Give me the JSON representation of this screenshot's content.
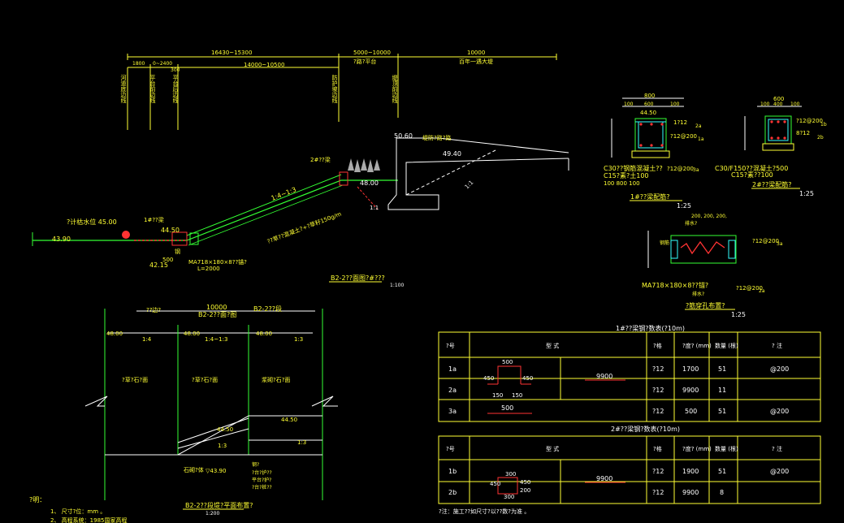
{
  "section": {
    "dim_top_left": "16430~15300",
    "dim_top_mid": "5000~10000",
    "dim_top_mid_sub": "?路?平台",
    "dim_top_right": "10000",
    "dim_top_right_sub": "百年一遇大堤",
    "dim_a": "1800",
    "dim_b": "0~2400",
    "dim_c": "300",
    "dim_d": "14000~10500",
    "vlabels": [
      "河道底边线",
      "平台前边线",
      "平台后边线",
      "防护坡边线",
      "堤顶前边线"
    ],
    "level_50_60": "50.60",
    "level_49_40": "49.40",
    "level_48_00": "48.00",
    "level_45_00": "?计枯水位 45.00",
    "level_44_50": "44.50",
    "level_43_90": "43.90",
    "level_42_15": "42.15",
    "note_ridge": "堤防?路?路",
    "slope_main": "1:4~1:3",
    "slope_small1": "1:1",
    "slope_small2": "1:1",
    "beam2": "2#??梁",
    "beam1": "1#??梁",
    "grass": "??草??混凝土?+?草籽150g/m",
    "anchor": "MA718×180×8??锚?",
    "anchor_len": "L=2000",
    "dim_500": "500",
    "dim_500b": "500",
    "grade": "钢",
    "title": "B2-2??面图?#???",
    "scale": "1:100"
  },
  "plan": {
    "dim_10000": "10000",
    "left_note": "??边?",
    "right_note": "B2-2??段",
    "mid_note": "B2-2??面?图",
    "level1": "48.00",
    "level2": "48.00",
    "level3": "48.00",
    "slope1": "1:4",
    "slope2": "1:4~1:3",
    "slope3": "1:3",
    "zone1": "?草?石?面",
    "zone2": "?草?石?面",
    "zone3": "浆砌?石?面",
    "level_44_50": "44.50",
    "level_44_50b": "44.50",
    "slope_bottom1": "1:3",
    "slope_bottom2": "1:3",
    "stone": "石砌?体",
    "level_43_90": "▽43.90",
    "legend": [
      "钢?",
      "?台?护??",
      "平台?护?",
      "?台?桩??"
    ],
    "title": "B2-2??段堤?平面布置?",
    "scale": "1:200"
  },
  "notes": {
    "title": "?明：",
    "lines": [
      "1、 尺寸?位：mm 。",
      "2、 高程系统：1985国家高程"
    ]
  },
  "detail1": {
    "dims_top": [
      "800",
      "100",
      "600",
      "100"
    ],
    "dims_side": [
      "100",
      "600",
      "100"
    ],
    "bars": [
      "1?12",
      "?12@200"
    ],
    "tags": [
      "2a",
      "1a",
      "3a"
    ],
    "concrete": "C30??钢筋混凝土??",
    "cushion": "C15?素?土100",
    "cover": "?12@200",
    "cover2": "44.50",
    "dimlow": "100 800 100",
    "title": "1#??梁配筋?",
    "scale": "1:25"
  },
  "detail2": {
    "dims_top": [
      "600",
      "100",
      "400",
      "100"
    ],
    "bars": [
      "?12@200",
      "8?12"
    ],
    "tags": [
      "1b",
      "2b"
    ],
    "concrete": "C30/F150??混凝土?500",
    "cushion": "C15?素??100",
    "title": "2#??梁配筋?",
    "scale": "1:25"
  },
  "detail3": {
    "dims": "200, 200, 200,",
    "label1": "排水?",
    "label2": "钢筋",
    "bar1": "?12@200",
    "bar2": "?12@200",
    "tag1": "3a",
    "tag2": "2a",
    "anchor": "MA718×180×8??锚?",
    "note": "排水?",
    "title": "?筋穿孔布置?",
    "scale": "1:25"
  },
  "table1": {
    "caption": "1#??梁钢?数表(?10m)",
    "headers": [
      "?号",
      "型      式",
      "?格",
      "?度?\n(mm)",
      "数量\n(根)",
      "? 注"
    ],
    "rows": [
      {
        "id": "1a",
        "shape_dims": [
          "500",
          "450",
          "450",
          "150",
          "150"
        ],
        "len": "9900",
        "spec": "?12",
        "length": "1700",
        "qty": "51",
        "note": "@200"
      },
      {
        "id": "2a",
        "shape_dims": [],
        "len": "",
        "spec": "?12",
        "length": "9900",
        "qty": "11",
        "note": ""
      },
      {
        "id": "3a",
        "shape_dims": [
          "500"
        ],
        "len": "",
        "spec": "?12",
        "length": "500",
        "qty": "51",
        "note": "@200"
      }
    ]
  },
  "table2": {
    "caption": "2#??梁钢?数表(?10m)",
    "headers": [
      "?号",
      "型      式",
      "?格",
      "?度?\n(mm)",
      "数量\n(根)",
      "? 注"
    ],
    "rows": [
      {
        "id": "1b",
        "shape_dims": [
          "300",
          "450",
          "450",
          "300",
          "200"
        ],
        "len": "9900",
        "spec": "?12",
        "length": "1900",
        "qty": "51",
        "note": "@200"
      },
      {
        "id": "2b",
        "shape_dims": [],
        "len": "",
        "spec": "?12",
        "length": "9900",
        "qty": "8",
        "note": ""
      }
    ],
    "footnote": "?注：施工??如尺寸?以??数?为准 。"
  },
  "colors": {
    "bg": "#000000",
    "yellow": "#ffff33",
    "white": "#ffffff",
    "cyan": "#33ffff",
    "green": "#33ff33",
    "red": "#ff3333",
    "magenta": "#ff33ff"
  }
}
